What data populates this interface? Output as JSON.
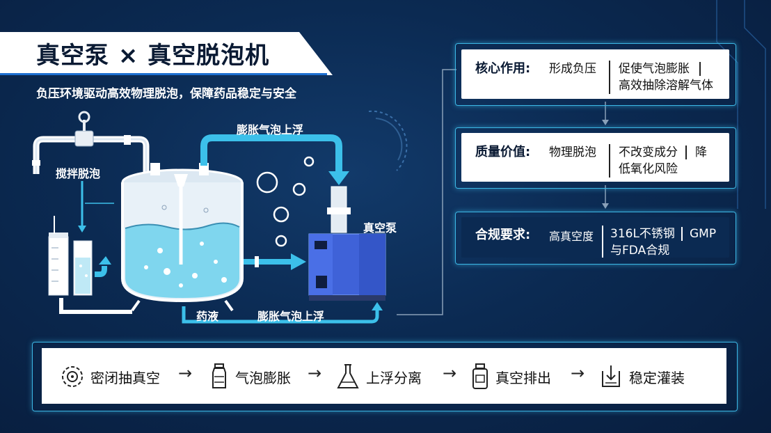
{
  "title": "真空泵 × 真空脱泡机",
  "subtitle": "负压环境驱动高效物理脱泡，保障药品稳定与安全",
  "diagram": {
    "labels": {
      "stir": "搅拌脱泡",
      "rising_top": "膨胀气泡上浮",
      "rising_bottom": "膨胀气泡上浮",
      "liquid": "药液",
      "pump": "真空泵"
    }
  },
  "cards": [
    {
      "key": "核心作用:",
      "v1": "形成负压",
      "v2": "促使气泡膨胀",
      "v3": "高效抽除溶解气体"
    },
    {
      "key": "质量价值:",
      "v1": "物理脱泡",
      "v2": "不改变成分",
      "v2b": "降",
      "v3": "低氧化风险"
    },
    {
      "key": "合规要求:",
      "v1": "高真空度",
      "v2": "316L不锈钢",
      "v2b": "GMP",
      "v3": "与FDA合规"
    }
  ],
  "process": {
    "steps": [
      {
        "label": "密闭抽真空",
        "icon": "vacuum-gear-icon"
      },
      {
        "label": "气泡膨胀",
        "icon": "vial-icon"
      },
      {
        "label": "上浮分离",
        "icon": "flask-icon"
      },
      {
        "label": "真空排出",
        "icon": "bottle-icon"
      },
      {
        "label": "稳定灌装",
        "icon": "fill-tray-icon"
      }
    ],
    "arrow": "→"
  },
  "colors": {
    "accent": "#3cb8e6",
    "liquid": "#7fd6ee",
    "pump": "#3f62d8",
    "background": "#0b2a52"
  }
}
